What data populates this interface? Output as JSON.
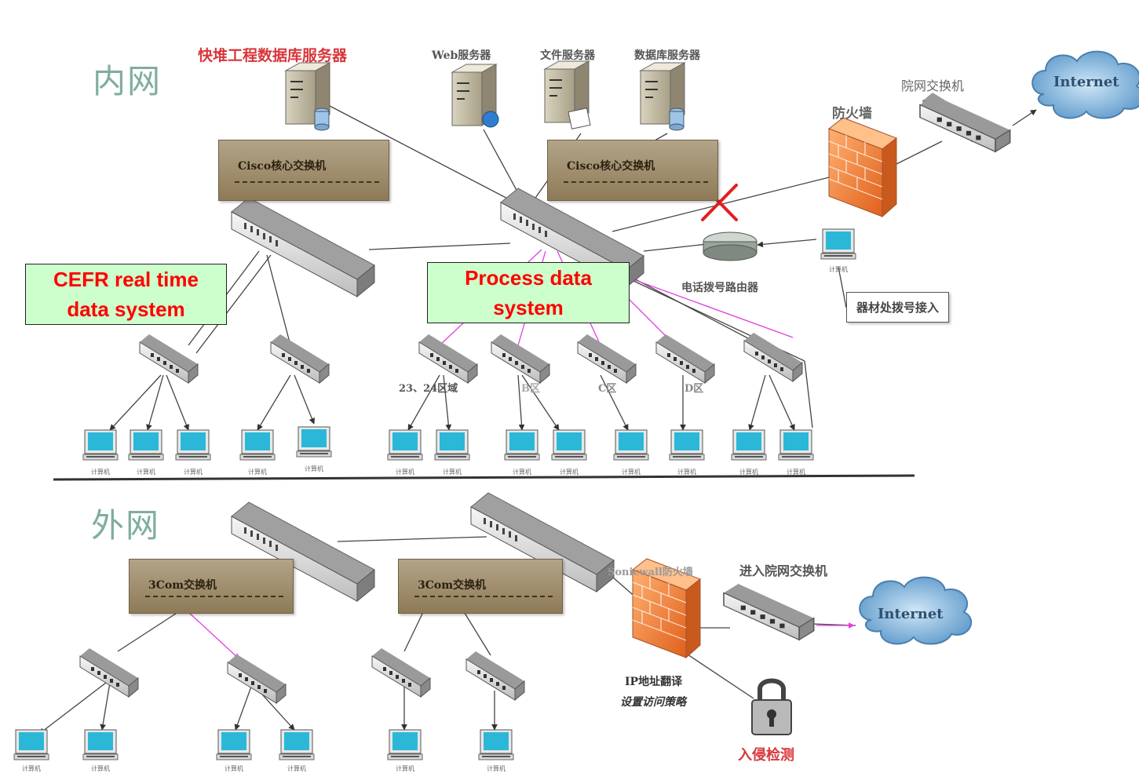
{
  "zones": {
    "inner": "内网",
    "outer": "外网"
  },
  "callouts": {
    "cefr": [
      "CEFR real time",
      "data system"
    ],
    "process": [
      "Process data",
      "system"
    ]
  },
  "labels": {
    "fast_reactor_db_server": "快堆工程数据库服务器",
    "web_server": "Web服务器",
    "file_server": "文件服务器",
    "db_server": "数据库服务器",
    "firewall": "防火墙",
    "campus_switch": "院网交换机",
    "internet_top": "Internet",
    "internet_bottom": "Internet",
    "dialup_router": "电话拨号路由器",
    "dialup_access": "器材处拨号接入",
    "cisco_core_1": "Cisco核心交换机",
    "cisco_core_2": "Cisco核心交换机",
    "group_2324": "23、24区域",
    "group_b": "B区",
    "group_c": "C区",
    "group_d": "D区",
    "threecom_1": "3Com交换机",
    "threecom_2": "3Com交换机",
    "sonicwall": "Sonicwall防火墙",
    "campus_access": "进入院网交换机",
    "nat": "IP地址翻译",
    "access_policy": "设置访问策略",
    "ids": "入侵检测",
    "pc_label": "计算机"
  },
  "colors": {
    "zone_text": "#7fae9c",
    "red_label": "#d8373b",
    "callout_bg": "#ccffcc",
    "callout_text": "#ff0000",
    "switch_box": "#a08e6c",
    "pc_screen": "#2bb8d8",
    "link_magenta": "#e040e0",
    "block_x": "#e02020"
  },
  "icons": [
    "server-icon",
    "switch-icon",
    "firewall-icon",
    "cloud-icon",
    "router-icon",
    "computer-icon",
    "lock-icon",
    "block-x-icon"
  ]
}
